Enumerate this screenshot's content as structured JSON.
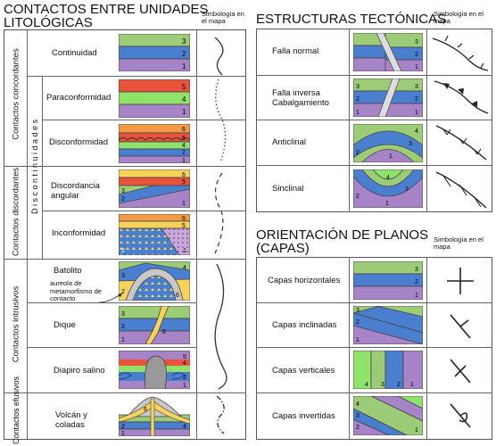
{
  "left": {
    "title_line1": "CONTACTOS ENTRE UNIDADES",
    "title_line2": "LITOLÓGICAS",
    "simbologia": "Simbología en el mapa",
    "groups": {
      "concordantes": "Contactos concordantes",
      "discontinuidades": "D i s c o n t i n u i d a d e s",
      "discordantes": "Contactos discordantes",
      "intrusivos": "Contactos intrusivos",
      "efusivos": "Contactos efusivos"
    },
    "rows": {
      "continuidad": "Continuidad",
      "paraconformidad": "Paraconformidad",
      "disconformidad": "Disconformidad",
      "discordancia": "Discordancia angular",
      "inconformidad": "Inconformidad",
      "batolito": "Batolito",
      "aureola": "aureola de metamorfismo de contacto",
      "dique": "Dique",
      "diapiro": "Diapiro salino",
      "volcan": "Volcán y coladas"
    }
  },
  "right": {
    "title_estructuras": "ESTRUCTURAS TECTÓNICAS",
    "simbologia_top": "Simbología en el mapa",
    "rows_tect": {
      "falla_normal": "Falla normal",
      "falla_inversa": "Falla inversa Cabalgamiento",
      "anticlinal": "Anticlinal",
      "sinclinal": "Sinclinal"
    },
    "title_orientacion_1": "ORIENTACIÓN DE PLANOS",
    "title_orientacion_2": "(CAPAS)",
    "simbologia_bottom": "Simbología en el mapa",
    "rows_capas": {
      "horizontales": "Capas horizontales",
      "inclinadas": "Capas inclinadas",
      "verticales": "Capas verticales",
      "invertidas": "Capas invertidas"
    }
  },
  "layer_numbers": [
    "1",
    "2",
    "3",
    "4",
    "5",
    "6"
  ],
  "colors": {
    "green": "#9ccc78",
    "blue": "#4a7fd0",
    "purple": "#a783c7",
    "red": "#e8533a",
    "light_green": "#8fe36b",
    "yellow": "#f7d35b",
    "orange": "#f29a45",
    "pink": "#f3a7d0",
    "border": "#555555"
  }
}
